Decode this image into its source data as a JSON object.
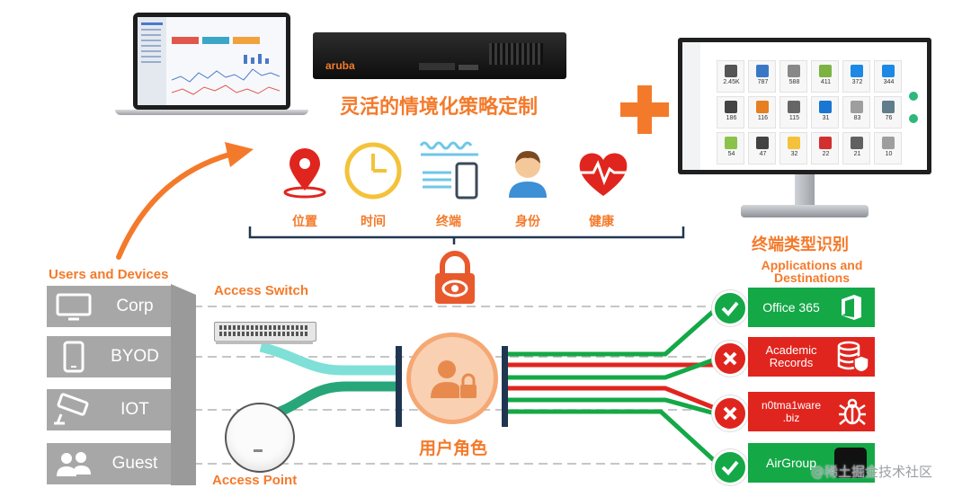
{
  "headline": "灵活的情境化策略定制",
  "endpoint_identification": "终端类型识别",
  "server_brand": "aruba",
  "context_items": [
    {
      "label": "位置",
      "icon": "location-pin-icon"
    },
    {
      "label": "时间",
      "icon": "clock-icon"
    },
    {
      "label": "终端",
      "icon": "device-icon"
    },
    {
      "label": "身份",
      "icon": "person-icon"
    },
    {
      "label": "健康",
      "icon": "heart-pulse-icon"
    }
  ],
  "users_devices": {
    "title": "Users and Devices",
    "items": [
      {
        "label": "Corp",
        "icon": "monitor-icon"
      },
      {
        "label": "BYOD",
        "icon": "phone-icon"
      },
      {
        "label": "IOT",
        "icon": "camera-icon"
      },
      {
        "label": "Guest",
        "icon": "people-icon"
      }
    ]
  },
  "access_switch": "Access Switch",
  "access_point": "Access Point",
  "user_role": "用户角色",
  "applications": {
    "title": "Applications and Destinations",
    "items": [
      {
        "label": "Office 365",
        "status": "allowed",
        "icon": "office-icon"
      },
      {
        "label": "Academic Records",
        "status": "blocked",
        "icon": "database-shield-icon"
      },
      {
        "label": "n0tma1ware .biz",
        "status": "blocked",
        "icon": "bug-icon"
      },
      {
        "label": "AirGroup",
        "status": "allowed",
        "icon": "appletv-icon"
      }
    ]
  },
  "monitor_counts": [
    "2.45K",
    "787",
    "588",
    "411",
    "372",
    "344",
    "186",
    "116",
    "115",
    "31",
    "83",
    "76",
    "54",
    "47",
    "32",
    "22",
    "21",
    "10"
  ],
  "colors": {
    "accent": "#f47a2b",
    "green": "#14a847",
    "red": "#e0251e",
    "cyan": "#7fe0d8",
    "teal": "#27a67a",
    "grey": "#a7a7a7"
  },
  "watermark": "@稀土掘金技术社区"
}
